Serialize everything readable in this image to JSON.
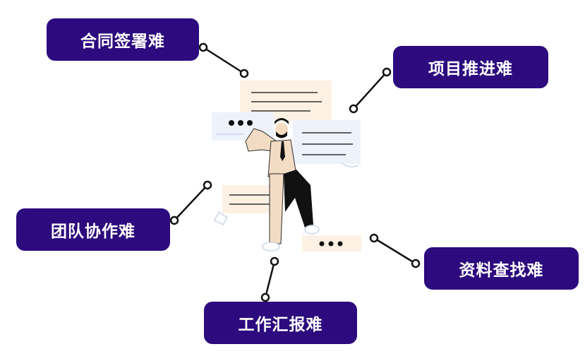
{
  "labels": {
    "contract": "合同签署难",
    "project": "项目推进难",
    "team": "团队协作难",
    "search": "资料查找难",
    "report": "工作汇报难"
  },
  "colors": {
    "label_bg": "#2d0a7e",
    "label_text": "#ffffff",
    "connector": "#111111",
    "card_peach": "#fdf1e4",
    "card_blue": "#eef3fb",
    "skin": "#f3dcc4"
  },
  "illustration": {
    "subject": "man-with-floating-document-cards-icon"
  }
}
